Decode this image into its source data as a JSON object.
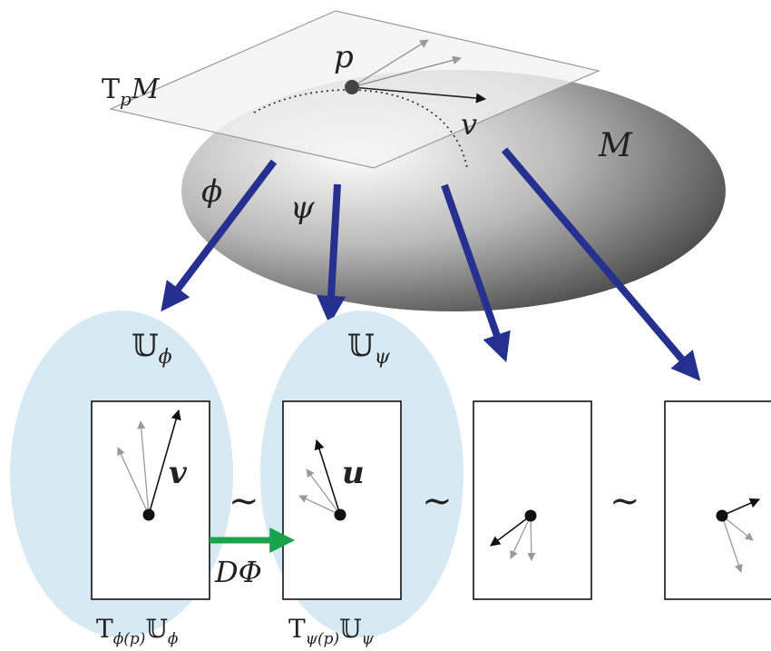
{
  "labels": {
    "tangent_plane": "TpM",
    "tangent_plane_T": "T",
    "tangent_plane_sub": "p",
    "tangent_plane_M": "M",
    "point": "p",
    "vector": "v",
    "manifold": "M",
    "chart_phi": "ϕ",
    "chart_psi": "ψ",
    "domain_phi": "𝕌",
    "domain_phi_sub": "ϕ",
    "domain_psi": "𝕌",
    "domain_psi_sub": "ψ",
    "vec_v_bold": "v",
    "vec_u_bold": "u",
    "equiv_1": "∼",
    "equiv_2": "∼",
    "equiv_3": "∼",
    "derivative": "DΦ",
    "caption_phi_T": "T",
    "caption_phi_sub": "ϕ(p)",
    "caption_phi_U": "𝕌",
    "caption_phi_Usub": "ϕ",
    "caption_psi_T": "T",
    "caption_psi_sub": "ψ(p)",
    "caption_psi_U": "𝕌",
    "caption_psi_Usub": "ψ"
  },
  "colors": {
    "chart_arrow": "#26308f",
    "derivative_arrow": "#1aa34a",
    "domain_fill": "#d7e9f3",
    "plane_fill": "#f2f2f2",
    "vector_dark": "#111111",
    "vector_gray": "#9a9a9a"
  }
}
